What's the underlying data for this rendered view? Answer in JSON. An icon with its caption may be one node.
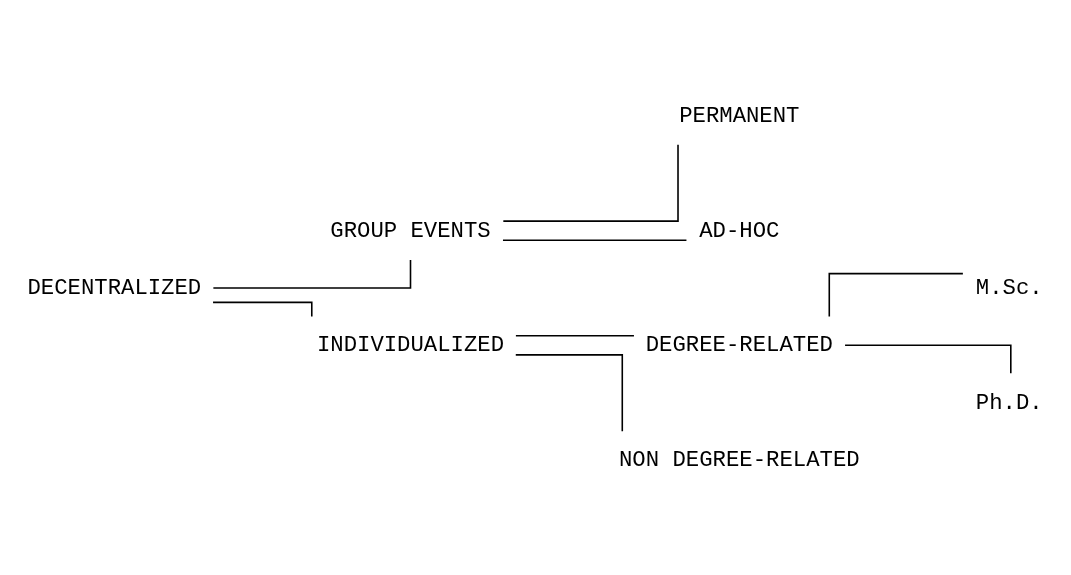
{
  "diagram": {
    "nodes": [
      {
        "text": [
          "DECENTRALIZED"
        ]
      },
      {
        "text": [
          "GROUP EVENTS"
        ]
      },
      {
        "text": [
          "PERMANENT"
        ]
      },
      {
        "text": [
          "AD-HOC"
        ]
      },
      {
        "text": [
          "INDIVIDUALIZED"
        ]
      },
      {
        "text": [
          "DEGREE-RELATED"
        ]
      },
      {
        "text": [
          "M.Sc."
        ]
      },
      {
        "text": [
          "Ph.D."
        ]
      },
      {
        "text": [
          "NON DEGREE-RELATED"
        ]
      }
    ],
    "edges": [
      {
        "from": 0,
        "to": 1,
        "arrow": "none"
      },
      {
        "from": 0,
        "to": 4,
        "arrow": "none"
      },
      {
        "from": 1,
        "to": 2,
        "arrow": "none"
      },
      {
        "from": 1,
        "to": 3,
        "arrow": "none"
      },
      {
        "from": 4,
        "to": 5,
        "arrow": "none"
      },
      {
        "from": 4,
        "to": 8,
        "arrow": "none"
      },
      {
        "from": 5,
        "to": 6,
        "arrow": "none"
      },
      {
        "from": 5,
        "to": 7,
        "arrow": "none"
      }
    ]
  }
}
